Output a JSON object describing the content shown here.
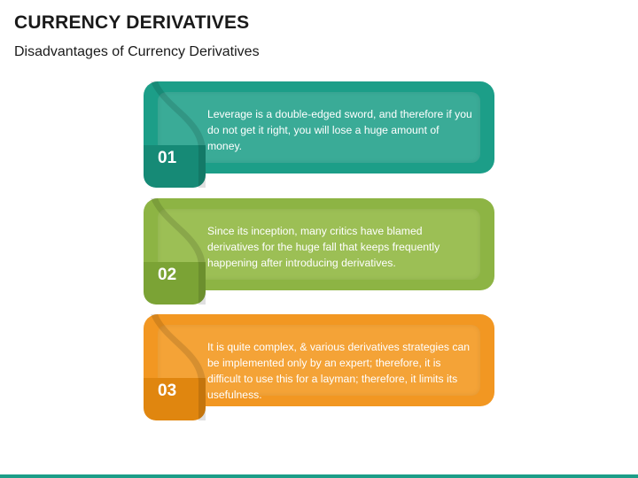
{
  "header": {
    "title": "CURRENCY DERIVATIVES",
    "subtitle": "Disadvantages of Currency Derivatives"
  },
  "items": [
    {
      "number": "01",
      "text": "Leverage is a double-edged sword, and therefore if you do not get it right, you will lose a huge amount of money.",
      "color": "#1c9e88"
    },
    {
      "number": "02",
      "text": "Since its inception, many critics have blamed derivatives for the huge fall that keeps frequently happening after introducing derivatives.",
      "color": "#8db444"
    },
    {
      "number": "03",
      "text": "It is quite complex, & various derivatives strategies can be implemented only by an expert; therefore, it is difficult to use this for a layman; therefore, it limits its usefulness.",
      "color": "#f29722"
    }
  ]
}
